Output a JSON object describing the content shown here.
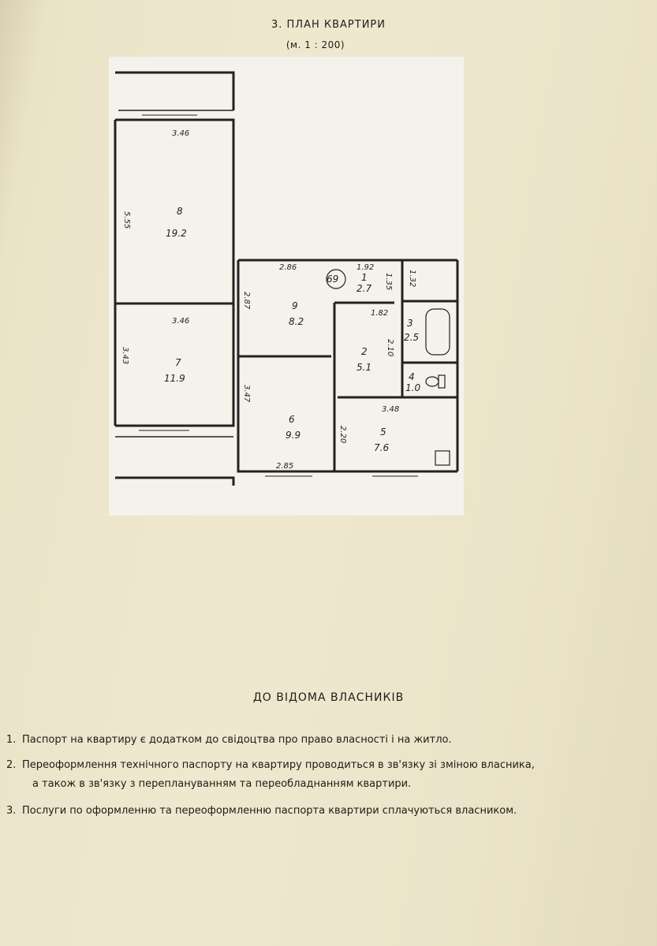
{
  "header": {
    "title": "3. ПЛАН КВАРТИРИ",
    "scale": "(м. 1 : 200)"
  },
  "plan": {
    "apartment_number": "69",
    "rooms": [
      {
        "id": "8",
        "area": "19.2"
      },
      {
        "id": "7",
        "area": "11.9"
      },
      {
        "id": "9",
        "area": "8.2"
      },
      {
        "id": "6",
        "area": "9.9"
      },
      {
        "id": "1",
        "area": "2.7"
      },
      {
        "id": "2",
        "area": "5.1"
      },
      {
        "id": "3",
        "area": "2.5"
      },
      {
        "id": "4",
        "area": "1.0"
      },
      {
        "id": "5",
        "area": "7.6"
      }
    ],
    "dimensions": {
      "room8_width": "3.46",
      "room8_length": "5.55",
      "room7_width": "3.46",
      "room7_length": "3.43",
      "room9_width": "2.86",
      "room9_length": "2.87",
      "room6_length": "3.47",
      "room6_width": "2.85",
      "corridor_width": "1.92",
      "corridor_length": "1.35",
      "bath_top": "1.32",
      "hall_width": "1.82",
      "hall_length": "2.10",
      "kitchen_width": "3.48",
      "kitchen_length": "2.20"
    }
  },
  "notice": {
    "title": "ДО ВІДОМА ВЛАСНИКІВ",
    "items": [
      {
        "num": "1.",
        "text": "Паспорт на квартиру є додатком до свідоцтва  про право власності і на житло."
      },
      {
        "num": "2.",
        "text": "Переоформлення технічного паспорту на квартиру проводиться в  зв'язку зі  зміною  власника,",
        "cont": "а також в зв'язку з переплануванням та переобладнанням квартири."
      },
      {
        "num": "3.",
        "text": "Послуги по оформленню та переоформленню паспорта квартири сплачуються власником."
      }
    ]
  }
}
